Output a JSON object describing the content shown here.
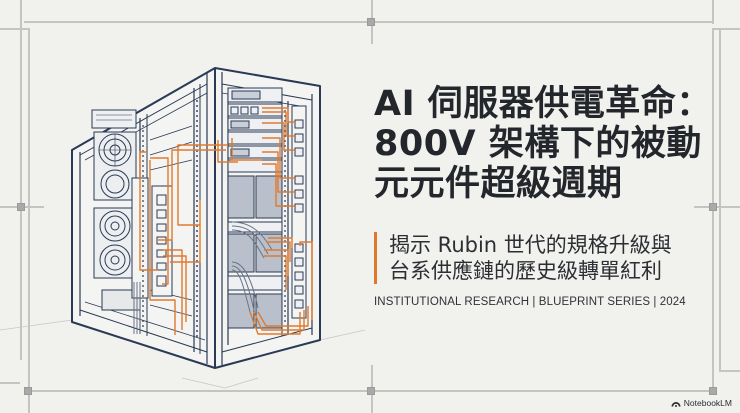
{
  "slide": {
    "title_lines": [
      "AI 伺服器供電革命：",
      "800V 架構下的被動",
      "元元件超級週期"
    ],
    "subtitle_lines": [
      "揭示 Rubin 世代的規格升級與",
      "台系供應鏈的歷史級轉單紅利"
    ],
    "meta": "INSTITUTIONAL RESEARCH | BLUEPRINT SERIES | 2024",
    "illustration": "isometric-server-rack-blueprint",
    "accent_color": "#e0782c",
    "line_color": "#2a3a55",
    "background_color": "#f1f1ee"
  },
  "watermark": {
    "icon": "notebooklm-icon",
    "label": "NotebookLM"
  }
}
